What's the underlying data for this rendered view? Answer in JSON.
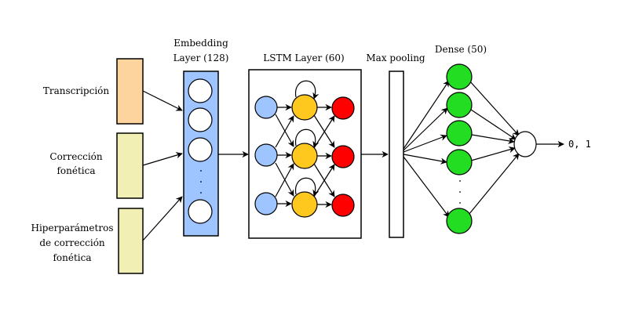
{
  "inputs": {
    "transcription": "Transcripción",
    "phonetic_correction": [
      "Corrección",
      "fonética"
    ],
    "hyperparams": [
      "Hiperparámetros",
      "de corrección",
      "fonética"
    ]
  },
  "embedding": {
    "title_line1": "Embedding",
    "title_line2": "Layer (128)"
  },
  "lstm": {
    "title": "LSTM Layer (60)"
  },
  "maxpool": {
    "title": "Max pooling"
  },
  "dense": {
    "title": "Dense (50)"
  },
  "output": {
    "label": "0, 1"
  },
  "colors": {
    "transcription_box": "#FDD49E",
    "correction_box": "#F2EFB5",
    "embedding_fill": "#9EC5FF",
    "lstm_input": "#9EC5FF",
    "lstm_hidden": "#FFC81E",
    "lstm_output": "#FF0000",
    "dense_node": "#22DD22"
  }
}
